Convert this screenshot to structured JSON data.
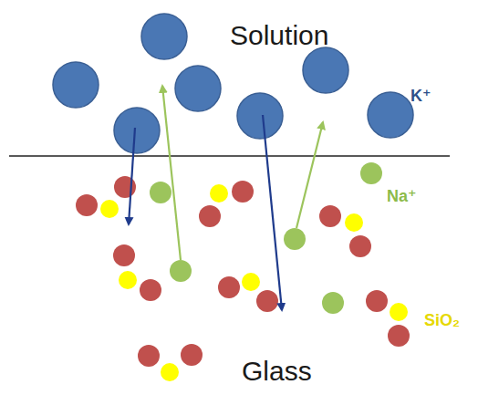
{
  "diagram": {
    "labels": [
      "Solution",
      "K⁺",
      "Na⁺",
      "SiO₂",
      "Glass"
    ]
  }
}
